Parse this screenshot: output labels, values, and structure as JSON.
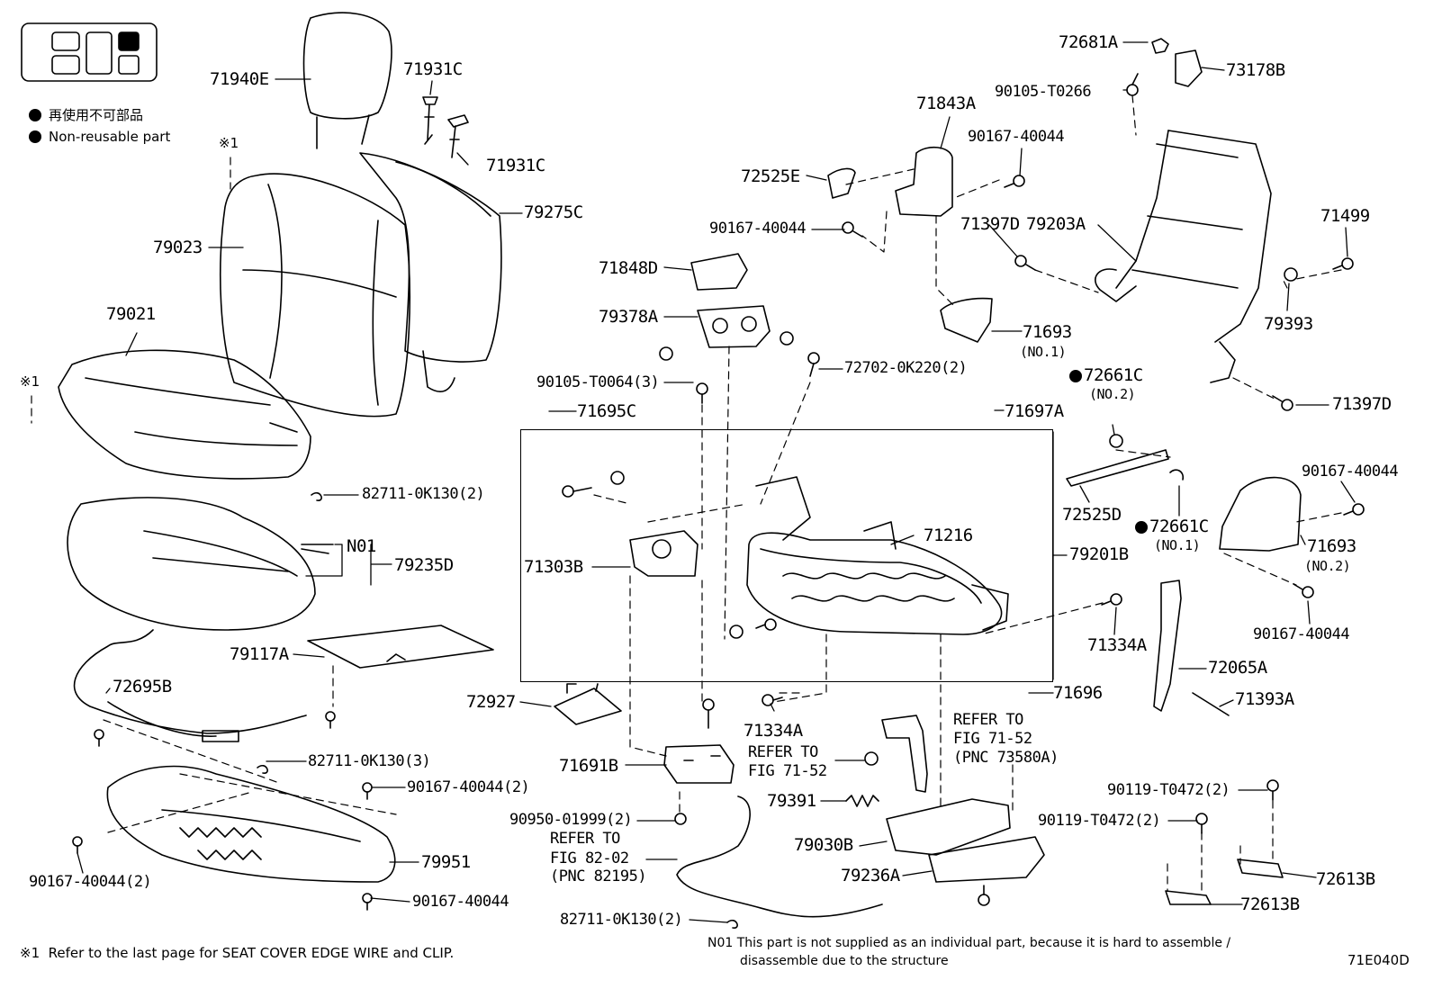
{
  "legend": {
    "jp": "再使用不可部品",
    "en": "Non-reusable part",
    "ref_mark": "※1"
  },
  "labels": {
    "p71940E": "71940E",
    "p71931C_a": "71931C",
    "p71931C_b": "71931C",
    "p79275C": "79275C",
    "p79023": "79023",
    "p79021": "79021",
    "p82711_0K130_2a": "82711-0K130(2)",
    "pN01": "N01",
    "p79235D": "79235D",
    "p79117A": "79117A",
    "p72695B": "72695B",
    "p82711_0K130_3": "82711-0K130(3)",
    "p90167_40044_2a": "90167-40044(2)",
    "p79951": "79951",
    "p90167_40044_2b": "90167-40044(2)",
    "p90167_40044_a": "90167-40044",
    "p72525E": "72525E",
    "p71843A": "71843A",
    "p90167_40044_b": "90167-40044",
    "p90167_40044_c": "90167-40044",
    "p71397D_a": "71397D",
    "p71848D": "71848D",
    "p79378A": "79378A",
    "p71693_1": "71693",
    "p71693_1_no": "(NO.1)",
    "p90105_T0064": "90105-T0064(3)",
    "p72702_0K220": "72702-0K220(2)",
    "p71695C": "71695C",
    "p71697A": "71697A",
    "p71303B": "71303B",
    "p71216": "71216",
    "p79201B": "79201B",
    "p72927": "72927",
    "p71334A_a": "71334A",
    "p71691B": "71691B",
    "p90950": "90950-01999(2)",
    "refer_8202_a": "REFER TO",
    "refer_8202_b": "FIG 82-02",
    "refer_8202_c": "(PNC 82195)",
    "p82711_0K130_2b": "82711-0K130(2)",
    "refer_7152a_a": "REFER TO",
    "refer_7152a_b": "FIG 71-52",
    "p79391": "79391",
    "p79030B": "79030B",
    "p79236A": "79236A",
    "p71696": "71696",
    "refer_7152b_a": "REFER TO",
    "refer_7152b_b": "FIG 71-52",
    "refer_7152b_c": "(PNC 73580A)",
    "p72681A": "72681A",
    "p73178B": "73178B",
    "p90105_T0266": "90105-T0266",
    "p79203A": "79203A",
    "p71499": "71499",
    "p79393": "79393",
    "p71397D_b": "71397D",
    "p72661C_2": "72661C",
    "p72661C_2_no": "(NO.2)",
    "p72525D": "72525D",
    "p72661C_1": "72661C",
    "p72661C_1_no": "(NO.1)",
    "p90167_40044_d": "90167-40044",
    "p71693_2": "71693",
    "p71693_2_no": "(NO.2)",
    "p90167_40044_e": "90167-40044",
    "p71334A_b": "71334A",
    "p72065A": "72065A",
    "p71393A": "71393A",
    "p90119_a": "90119-T0472(2)",
    "p90119_b": "90119-T0472(2)",
    "p72613B_a": "72613B",
    "p72613B_b": "72613B"
  },
  "footer": {
    "ref_mark": "※1",
    "ref_note": "Refer to the last page for SEAT COVER EDGE WIRE and CLIP.",
    "n01_line1": "N01 This part is not supplied as an individual part, because it is hard to assemble /",
    "n01_line2": "disassemble due to the structure",
    "fig_code": "71E040D"
  }
}
